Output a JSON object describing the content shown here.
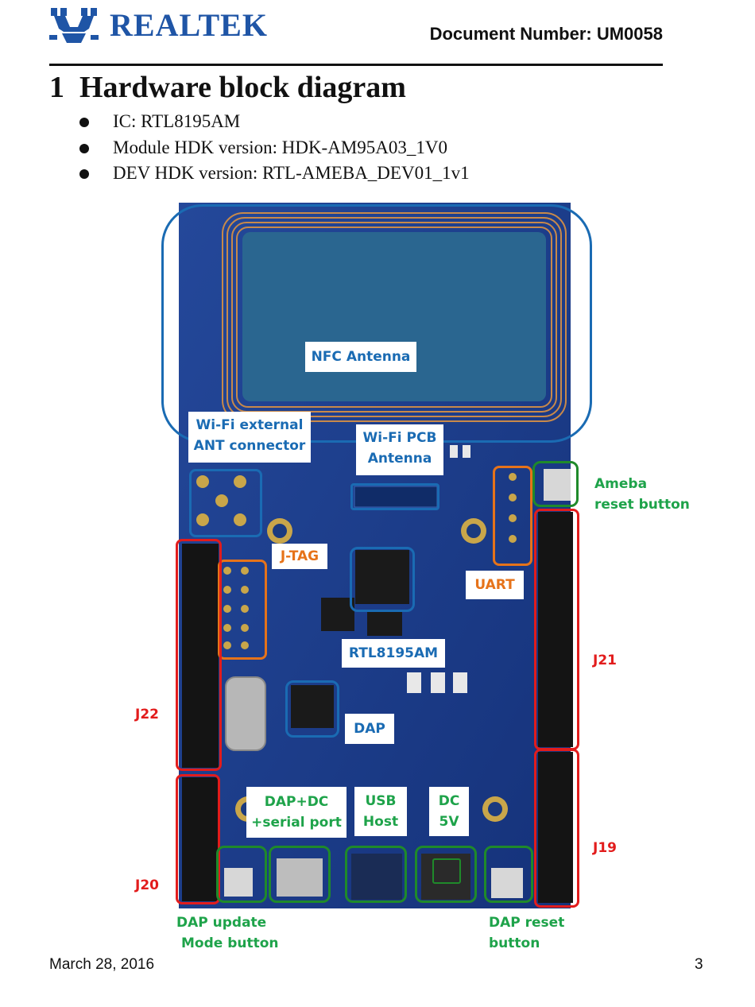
{
  "header": {
    "logo_text": "REALTEK",
    "document_number": "Document Number: UM0058"
  },
  "section": {
    "heading": "1  Hardware block diagram",
    "bullets": [
      "IC: RTL8195AM",
      "Module HDK version: HDK-AM95A03_1V0",
      "DEV HDK version: RTL-AMEBA_DEV01_1v1"
    ]
  },
  "diagram": {
    "labels": {
      "nfc_antenna": "NFC Antenna",
      "wifi_external_line1": "Wi-Fi external",
      "wifi_external_line2": "ANT connector",
      "wifi_pcb_line1": "Wi-Fi PCB",
      "wifi_pcb_line2": "Antenna",
      "ameba_reset_line1": "Ameba",
      "ameba_reset_line2": "reset button",
      "jtag": "J-TAG",
      "uart": "UART",
      "rtl8195am": "RTL8195AM",
      "j21": "J21",
      "j22": "J22",
      "dap": "DAP",
      "dap_dc_line1": "DAP+DC",
      "dap_dc_line2": "+serial port",
      "usb_host_line1": "USB",
      "usb_host_line2": "Host",
      "dc5v_line1": "DC",
      "dc5v_line2": "5V",
      "j19": "J19",
      "j20": "J20",
      "dap_update_line1": "DAP update",
      "dap_update_line2": "Mode button",
      "dap_reset_line1": "DAP reset",
      "dap_reset_line2": "button"
    },
    "colors": {
      "blue": "#1a6bb3",
      "orange": "#e6731a",
      "green": "#1ea34a",
      "red": "#e21c1c",
      "board": "#1c3e8a"
    }
  },
  "footer": {
    "date": "March 28, 2016",
    "page_number": "3"
  }
}
